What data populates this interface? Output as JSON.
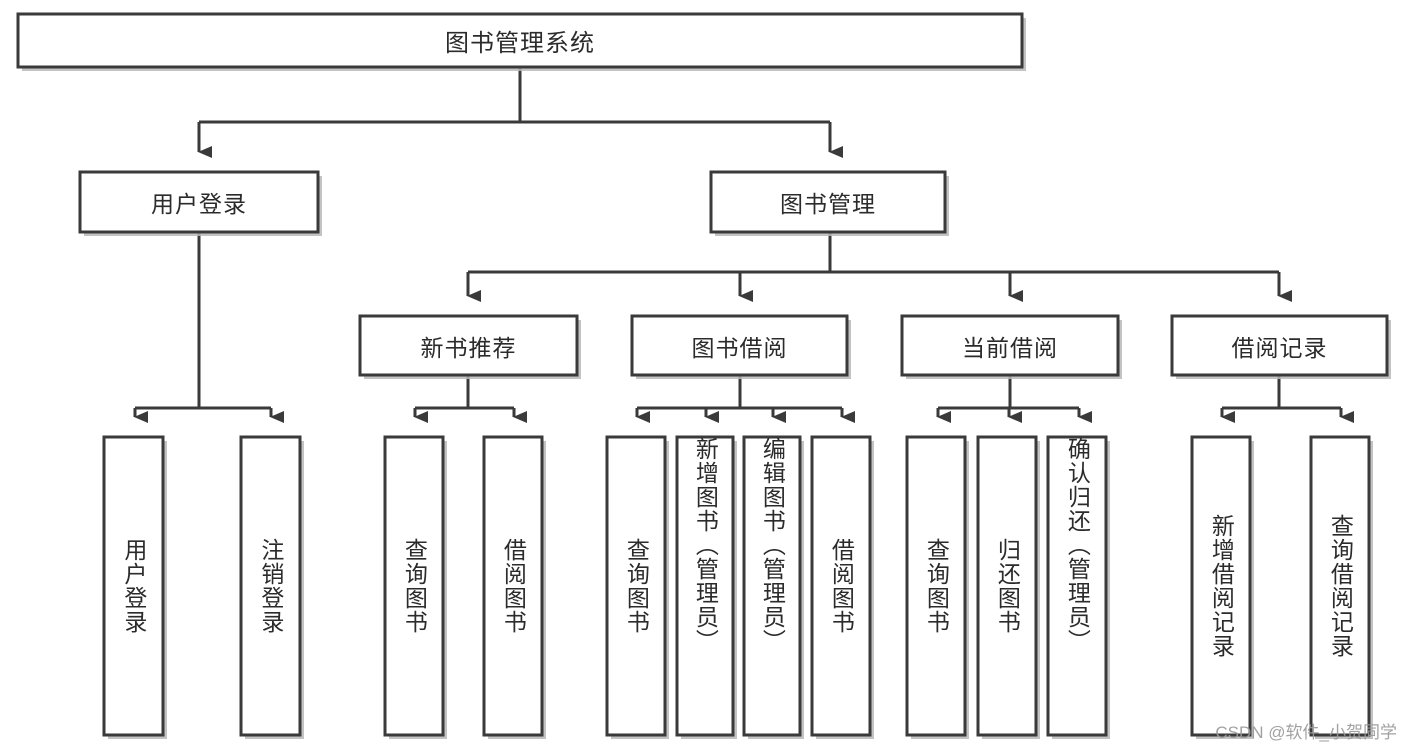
{
  "diagram": {
    "type": "tree",
    "title": "图书管理系统",
    "orientation": "top-down",
    "root": {
      "id": "root",
      "label": "图书管理系统"
    },
    "level1": [
      {
        "id": "user-login",
        "label": "用户登录"
      },
      {
        "id": "book-manage",
        "label": "图书管理"
      }
    ],
    "level2": [
      {
        "id": "new-book-recommend",
        "label": "新书推荐",
        "parent": "book-manage"
      },
      {
        "id": "book-borrow",
        "label": "图书借阅",
        "parent": "book-manage"
      },
      {
        "id": "current-borrow",
        "label": "当前借阅",
        "parent": "book-manage"
      },
      {
        "id": "borrow-record",
        "label": "借阅记录",
        "parent": "book-manage"
      }
    ],
    "leaves": {
      "user-login": [
        {
          "id": "leaf-user-login",
          "label": "用户登录"
        },
        {
          "id": "leaf-user-logout",
          "label": "注销登录"
        }
      ],
      "new-book-recommend": [
        {
          "id": "leaf-query-book-1",
          "label": "查询图书"
        },
        {
          "id": "leaf-borrow-book-1",
          "label": "借阅图书"
        }
      ],
      "book-borrow": [
        {
          "id": "leaf-query-book-2",
          "label": "查询图书"
        },
        {
          "id": "leaf-add-book",
          "label": "新增图书（管理员）"
        },
        {
          "id": "leaf-edit-book",
          "label": "编辑图书（管理员）"
        },
        {
          "id": "leaf-borrow-book-2",
          "label": "借阅图书"
        }
      ],
      "current-borrow": [
        {
          "id": "leaf-query-book-3",
          "label": "查询图书"
        },
        {
          "id": "leaf-return-book",
          "label": "归还图书"
        },
        {
          "id": "leaf-confirm-return",
          "label": "确认归还（管理员）"
        }
      ],
      "borrow-record": [
        {
          "id": "leaf-add-record",
          "label": "新增借阅记录"
        },
        {
          "id": "leaf-query-record",
          "label": "查询借阅记录"
        }
      ]
    }
  },
  "watermark": {
    "text": "CSDN @软件_小贺同学"
  },
  "colors": {
    "stroke": "#3a3a3a",
    "fill": "#ffffff",
    "text": "#2b2b2b",
    "background": "#ffffff",
    "watermark": "#9a9a9a"
  }
}
